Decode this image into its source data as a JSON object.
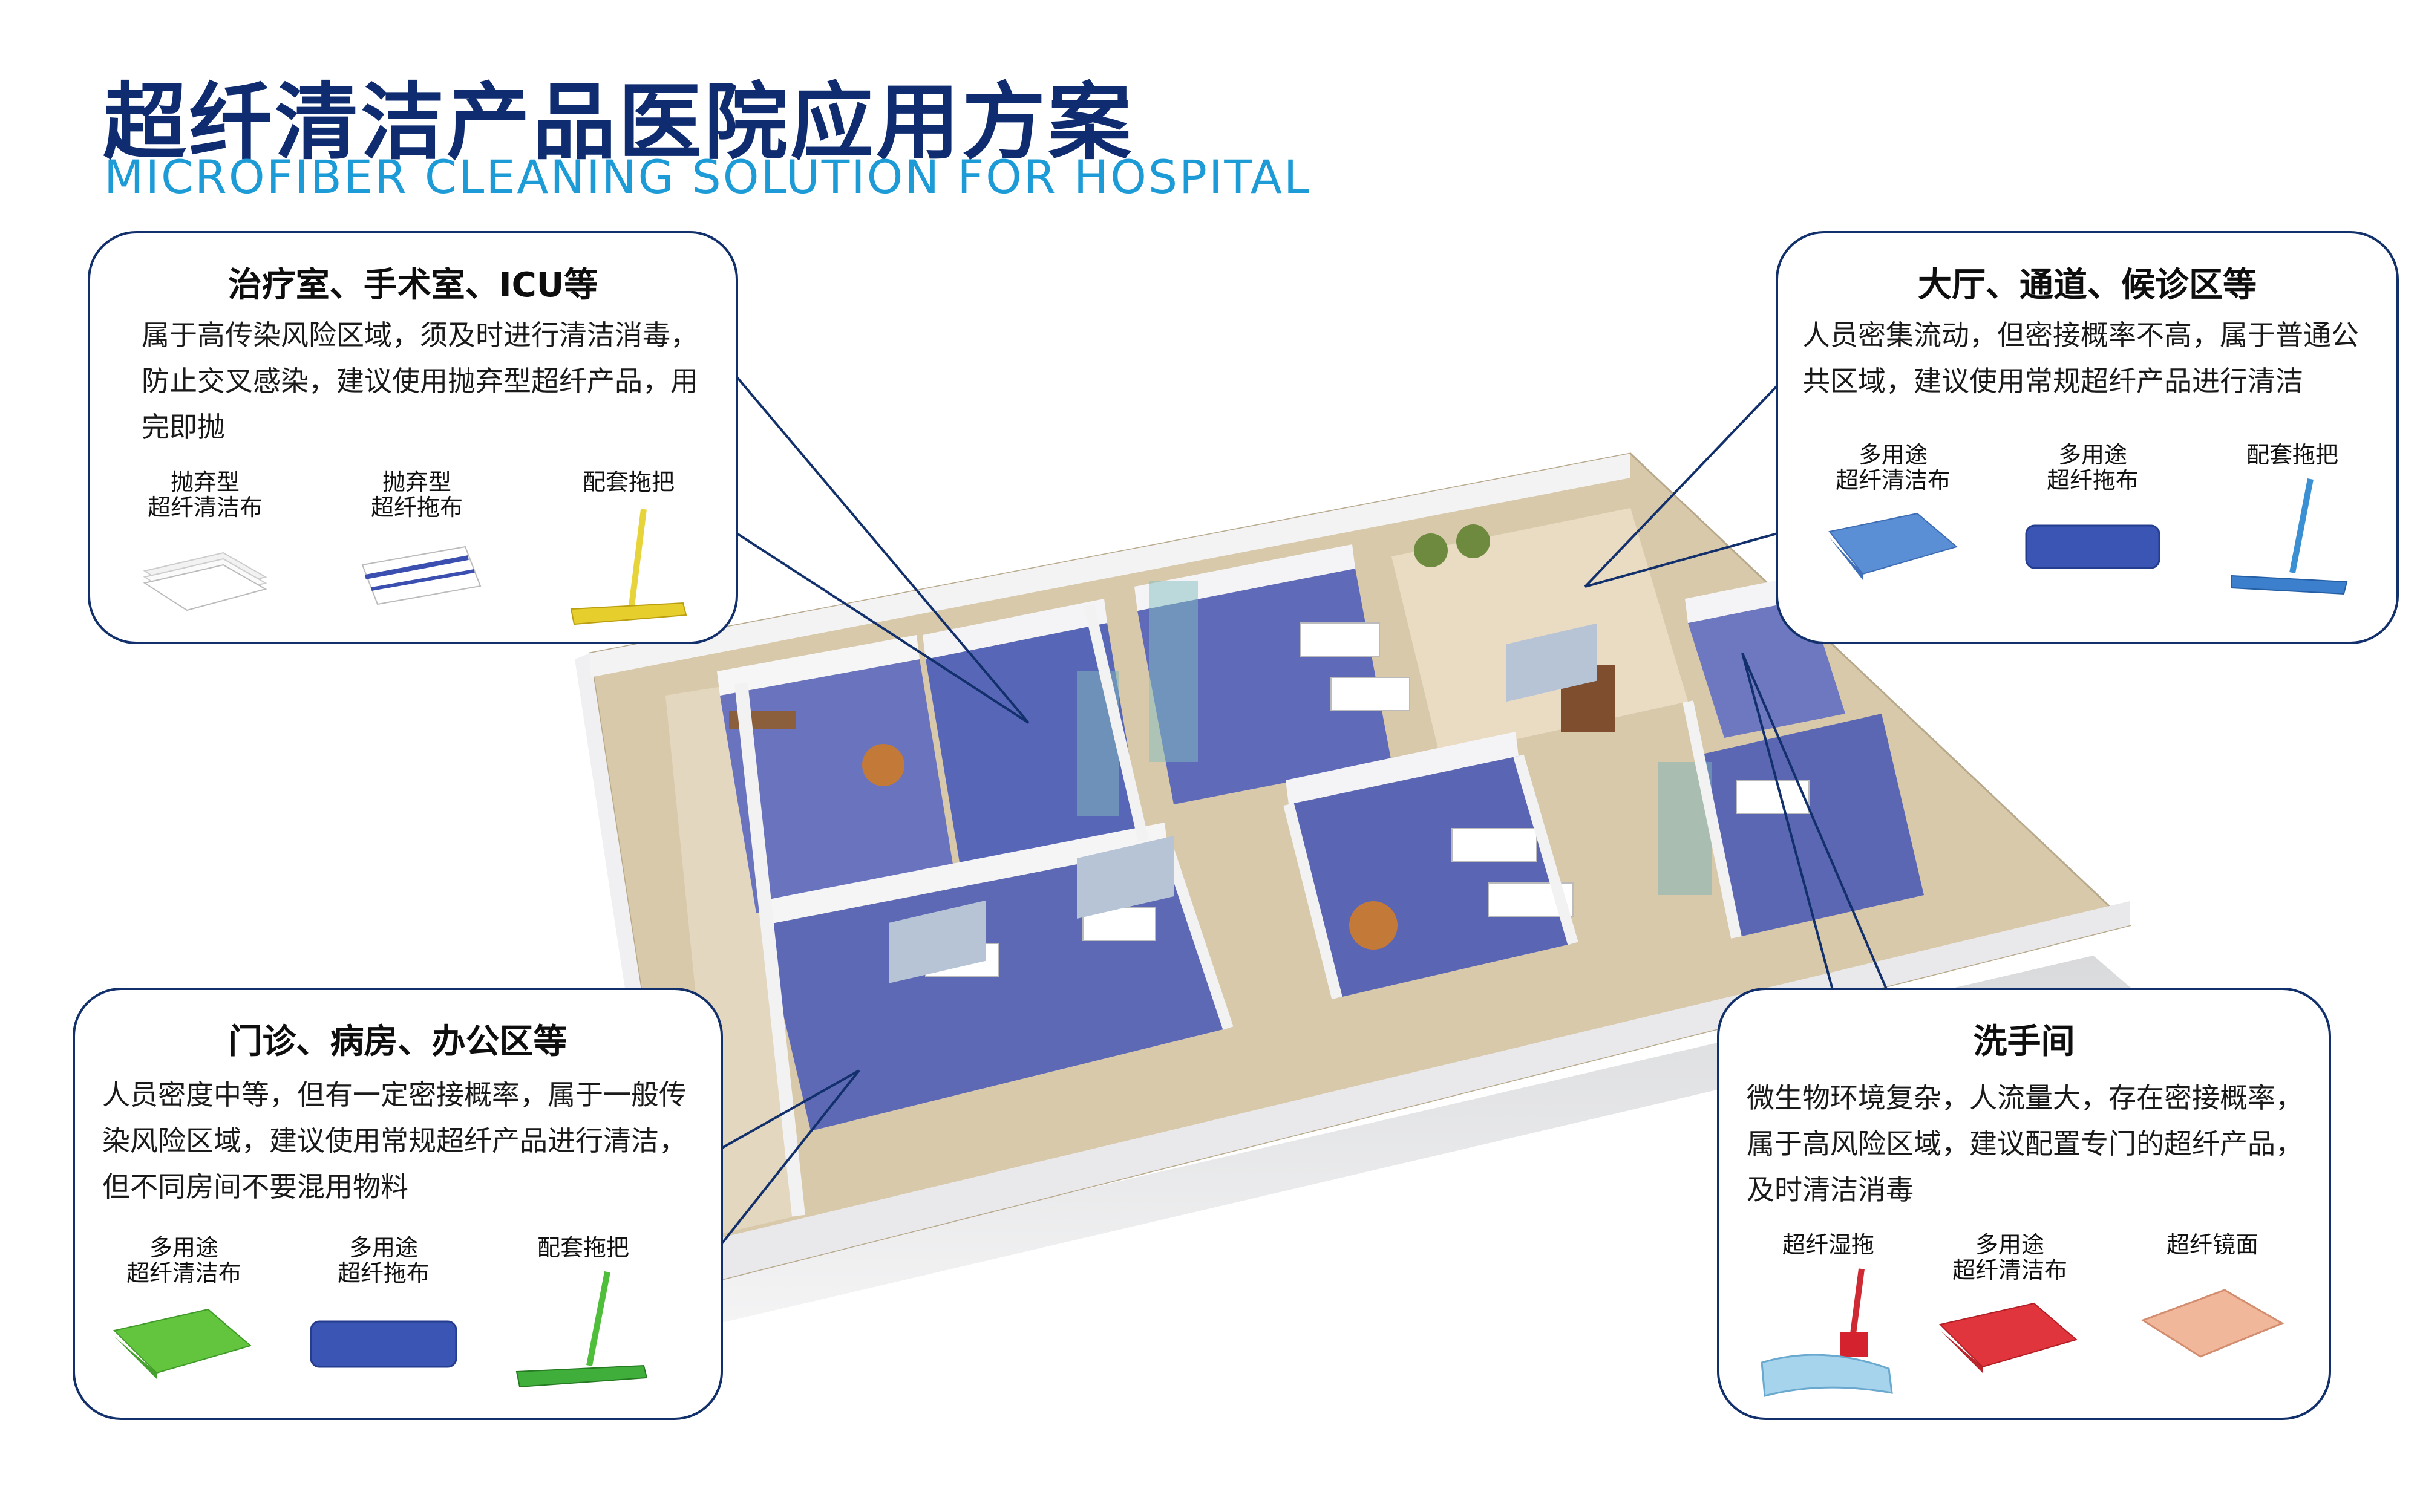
{
  "header": {
    "title_cn": "超纤清洁产品医院应用方案",
    "title_en": "MICROFIBER CLEANING SOLUTION FOR HOSPITAL"
  },
  "colors": {
    "title": "#0f2c70",
    "subtitle": "#1c9bd6",
    "callout_border": "#12306b",
    "floor_blue": "#5d6bb8"
  },
  "callouts": {
    "treatment": {
      "title": "治疗室、手术室、ICU等",
      "description": "属于高传染风险区域，须及时进行清洁消毒，防止交叉感染，建议使用抛弃型超纤产品，用完即抛",
      "products": [
        {
          "label": "抛弃型\n超纤清洁布",
          "icon": "disposable-cloth-stack-icon"
        },
        {
          "label": "抛弃型\n超纤拖布",
          "icon": "disposable-mop-pad-icon"
        },
        {
          "label": "配套拖把",
          "icon": "yellow-flat-mop-icon"
        }
      ]
    },
    "lobby": {
      "title": "大厅、通道、候诊区等",
      "description": "人员密集流动，但密接概率不高，属于普通公共区域，建议使用常规超纤产品进行清洁",
      "products": [
        {
          "label": "多用途\n超纤清洁布",
          "icon": "blue-cloth-icon"
        },
        {
          "label": "多用途\n超纤拖布",
          "icon": "blue-mop-pad-icon"
        },
        {
          "label": "配套拖把",
          "icon": "blue-flat-mop-icon"
        }
      ]
    },
    "clinic": {
      "title": "门诊、病房、办公区等",
      "description": "人员密度中等，但有一定密接概率，属于一般传染风险区域，建议使用常规超纤产品进行清洁，但不同房间不要混用物料",
      "products": [
        {
          "label": "多用途\n超纤清洁布",
          "icon": "green-cloth-icon"
        },
        {
          "label": "多用途\n超纤拖布",
          "icon": "blue-mop-pad-icon"
        },
        {
          "label": "配套拖把",
          "icon": "green-flat-mop-icon"
        }
      ]
    },
    "washroom": {
      "title": "洗手间",
      "description": "微生物环境复杂，人流量大，存在密接概率，属于高风险区域，建议配置专门的超纤产品，及时清洁消毒",
      "products": [
        {
          "label": "超纤湿拖",
          "icon": "wet-mop-icon"
        },
        {
          "label": "多用途\n超纤清洁布",
          "icon": "red-cloth-icon"
        },
        {
          "label": "超纤镜面",
          "icon": "mirror-cloth-icon"
        }
      ]
    }
  }
}
